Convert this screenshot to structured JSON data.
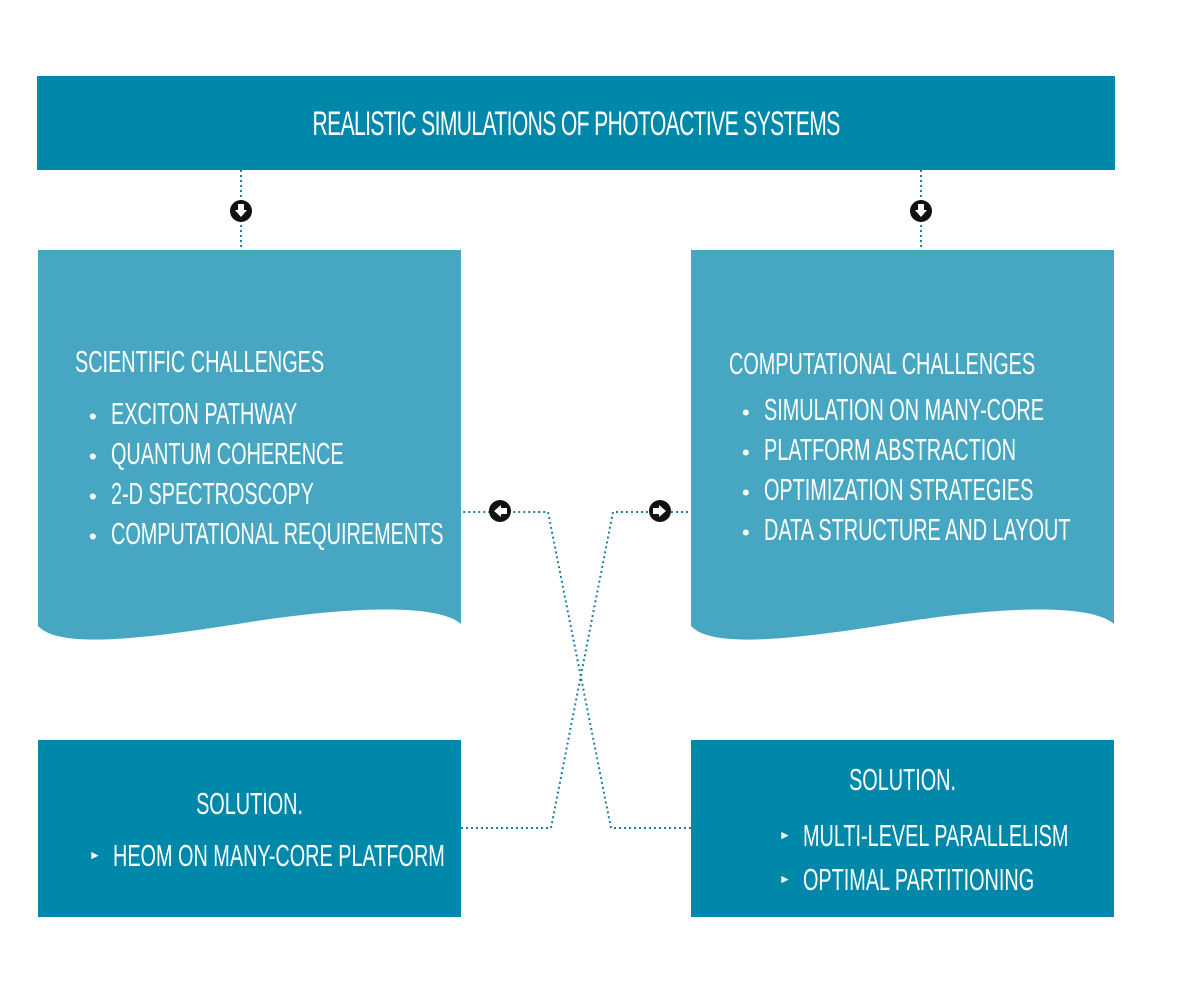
{
  "top": {
    "title": "REALISTIC SIMULATIONS OF PHOTOACTIVE SYSTEMS"
  },
  "scientific": {
    "heading": "SCIENTIFIC CHALLENGES",
    "items": [
      "EXCITON PATHWAY",
      "QUANTUM COHERENCE",
      "2-D SPECTROSCOPY",
      "COMPUTATIONAL REQUIREMENTS"
    ]
  },
  "computational": {
    "heading": "COMPUTATIONAL CHALLENGES",
    "items": [
      "SIMULATION ON MANY-CORE",
      "PLATFORM ABSTRACTION",
      "OPTIMIZATION STRATEGIES",
      "DATA STRUCTURE AND LAYOUT"
    ]
  },
  "solution_left": {
    "title": "SOLUTION.",
    "items": [
      "HEOM ON MANY-CORE PLATFORM"
    ]
  },
  "solution_right": {
    "title": "SOLUTION.",
    "items": [
      "MULTI-LEVEL PARALLELISM",
      "OPTIMAL PARTITIONING"
    ]
  },
  "symbols": {
    "bullet": "•",
    "arrow": "►"
  },
  "colors": {
    "dark_teal": "#0088aa",
    "light_teal": "#47a7c2",
    "connector": "#1a7fa0",
    "marker": "#111111"
  }
}
